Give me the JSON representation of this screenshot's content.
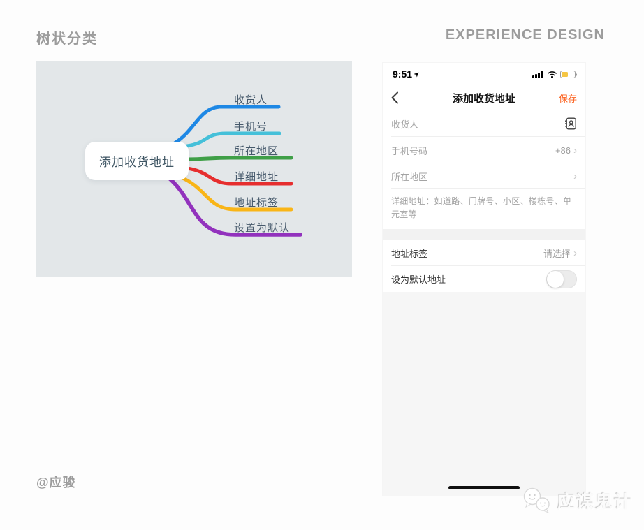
{
  "page": {
    "title_left": "树状分类",
    "title_right": "EXPERIENCE DESIGN",
    "credit": "@应骏",
    "watermark": "应谋鬼计"
  },
  "icons": {
    "location_arrow": "➤",
    "chevron_right": "›"
  },
  "mindmap": {
    "root": "添加收货地址",
    "panel_bg": "#e3e7e9",
    "branches": [
      {
        "label": "收货人",
        "color": "#1e88e5"
      },
      {
        "label": "手机号",
        "color": "#45c0d9"
      },
      {
        "label": "所在地区",
        "color": "#3f9f47"
      },
      {
        "label": "详细地址",
        "color": "#e62e2e"
      },
      {
        "label": "地址标签",
        "color": "#f9b517"
      },
      {
        "label": "设置为默认",
        "color": "#9232bd"
      }
    ]
  },
  "phone": {
    "status": {
      "time": "9:51",
      "battery_color": "#f5c644"
    },
    "nav": {
      "title": "添加收货地址",
      "save": "保存",
      "save_color": "#fb6321"
    },
    "form": {
      "recipient_placeholder": "收货人",
      "phone_label": "手机号码",
      "phone_prefix": "+86",
      "region_placeholder": "所在地区",
      "address_placeholder": "详细地址：如道路、门牌号、小区、楼栋号、单元室等",
      "tag_label": "地址标签",
      "tag_value": "请选择",
      "default_label": "设为默认地址",
      "default_toggle": "off"
    }
  }
}
